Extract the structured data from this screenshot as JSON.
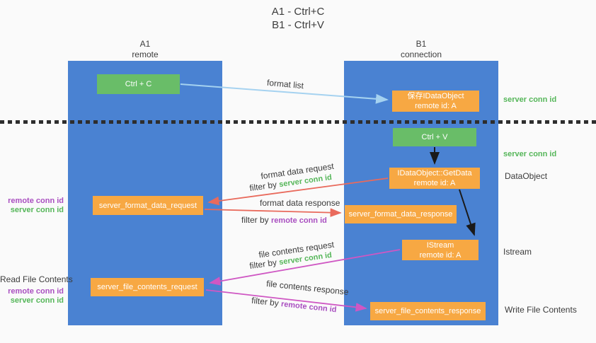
{
  "title": [
    "A1 - Ctrl+C",
    "B1 - Ctrl+V"
  ],
  "columns": {
    "a1": {
      "title": "A1",
      "subtitle": "remote"
    },
    "b1": {
      "title": "B1",
      "subtitle": "connection"
    }
  },
  "nodes": {
    "ctrl_c": {
      "label": "Ctrl + C"
    },
    "save_dataobject": {
      "line1": "保存IDataObject",
      "line2": "remote id: A"
    },
    "ctrl_v": {
      "label": "Ctrl + V"
    },
    "getdata": {
      "line1": "IDataObject::GetData",
      "line2": "remote id: A"
    },
    "istream": {
      "line1": "IStream",
      "line2": "remote id: A"
    },
    "format_request": {
      "label": "server_format_data_request"
    },
    "format_response": {
      "label": "server_format_data_response"
    },
    "file_request": {
      "label": "server_file_contents_request"
    },
    "file_response": {
      "label": "server_file_contents_response"
    }
  },
  "edge_labels": {
    "format_list": "format list",
    "format_data_request": "format data request",
    "format_data_response": "format data response",
    "file_contents_request": "file contents request",
    "file_contents_response": "file contents response",
    "filter_by": "filter by ",
    "server_conn_id": "server conn id",
    "remote_conn_id": "remote conn id"
  },
  "side_labels": {
    "left": {
      "remote_conn_id": "remote conn id",
      "server_conn_id": "server conn id",
      "read_file_contents": "Read File Contents"
    },
    "right": {
      "server_conn_id": "server conn id",
      "dataobject": "DataObject",
      "istream": "Istream",
      "write_file_contents": "Write File Contents"
    }
  },
  "colors": {
    "column_blue": "#4a82d2",
    "box_green": "#69bd68",
    "box_orange": "#f7a843",
    "text_green": "#55b659",
    "text_purple": "#a94fc0",
    "arrow_red": "#e96a5c",
    "arrow_magenta": "#cf57c3",
    "arrow_lightblue": "#a5d2f0",
    "arrow_black": "#1a1a1a"
  }
}
